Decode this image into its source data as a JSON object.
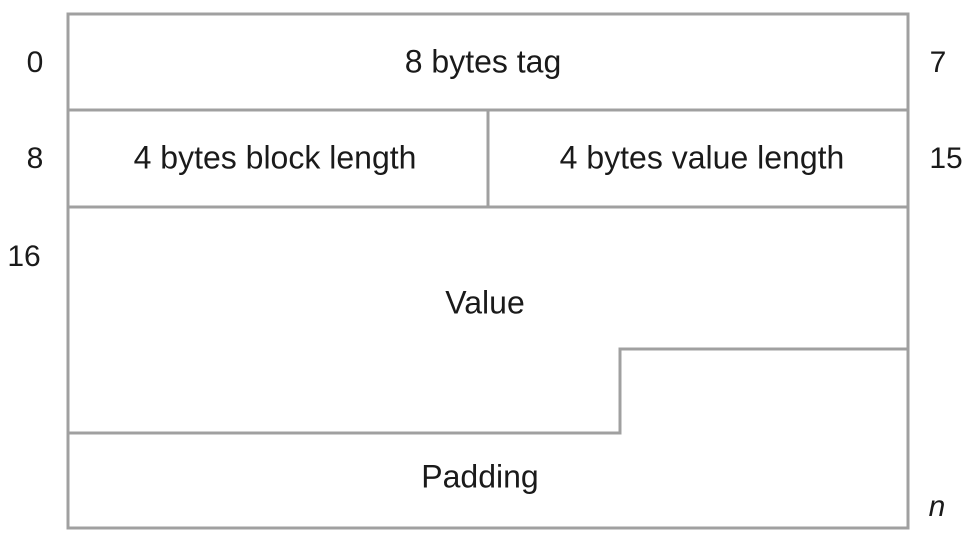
{
  "fields": {
    "tag": "8 bytes tag",
    "block_length": "4 bytes block length",
    "value_length": "4 bytes value length",
    "value": "Value",
    "padding": "Padding"
  },
  "offsets": {
    "row1_start": "0",
    "row1_end": "7",
    "row2_start": "8",
    "row2_end": "15",
    "row3_start": "16",
    "end": "n"
  },
  "colors": {
    "border": "#a0a0a0",
    "text": "#1a1a1a"
  }
}
